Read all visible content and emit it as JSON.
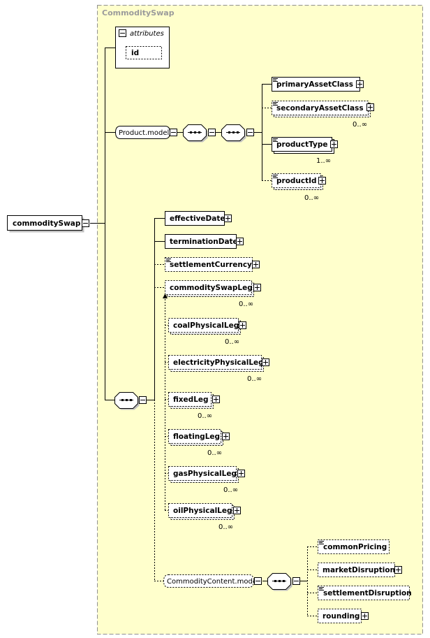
{
  "container": {
    "title": "CommoditySwap"
  },
  "root": {
    "label": "commoditySwap"
  },
  "attributes": {
    "label": "attributes",
    "id_label": "id"
  },
  "product_model": {
    "label": "Product.model"
  },
  "product_elements": [
    {
      "label": "primaryAssetClass",
      "occurs": ""
    },
    {
      "label": "secondaryAssetClass",
      "occurs": "0..∞"
    },
    {
      "label": "productType",
      "occurs": "1..∞"
    },
    {
      "label": "productId",
      "occurs": "0..∞"
    }
  ],
  "elements": [
    {
      "label": "effectiveDate"
    },
    {
      "label": "terminationDate"
    },
    {
      "label": "settlementCurrency"
    }
  ],
  "swap_leg": {
    "label": "commoditySwapLeg",
    "occurs": "0..∞"
  },
  "legs": [
    {
      "label": "coalPhysicalLeg",
      "occurs": "0..∞"
    },
    {
      "label": "electricityPhysicalLeg",
      "occurs": "0..∞"
    },
    {
      "label": "fixedLeg",
      "occurs": "0..∞"
    },
    {
      "label": "floatingLeg",
      "occurs": "0..∞"
    },
    {
      "label": "gasPhysicalLeg",
      "occurs": "0..∞"
    },
    {
      "label": "oilPhysicalLeg",
      "occurs": "0..∞"
    }
  ],
  "content_model": {
    "label": "CommodityContent.model"
  },
  "content_elements": [
    {
      "label": "commonPricing"
    },
    {
      "label": "marketDisruption"
    },
    {
      "label": "settlementDisruption"
    },
    {
      "label": "rounding"
    }
  ]
}
